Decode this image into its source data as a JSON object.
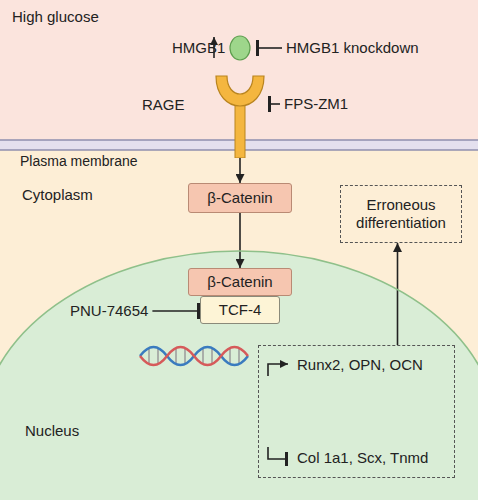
{
  "diagram": {
    "nodes": [
      {
        "text": [
          "High glucose"
        ]
      },
      {
        "text": [
          "HMGB1"
        ],
        "in": 0
      },
      {
        "text": [
          "HMGB1 knockdown"
        ],
        "in": 0
      },
      {
        "text": [
          "RAGE"
        ],
        "in": 0
      },
      {
        "text": [
          "FPS-ZM1"
        ],
        "in": 0
      },
      {
        "text": [
          "Cytoplasm"
        ]
      },
      {
        "text": [
          "β-Catenin"
        ],
        "in": 5
      },
      {
        "text": [
          "Erroneous differentiation"
        ],
        "in": 5
      },
      {
        "text": [
          "Nucleus"
        ],
        "in": 5
      },
      {
        "text": [
          "β-Catenin"
        ],
        "in": 8
      },
      {
        "text": [
          "TCF-4"
        ],
        "in": 8
      },
      {
        "text": [
          "PNU-74654"
        ],
        "in": 8
      },
      {
        "text": [
          "Runx2, OPN, OCN",
          "Col 1a1, Scx, Tnmd"
        ],
        "in": 8
      }
    ],
    "edges": [
      {
        "from": 2,
        "to": 1,
        "arrow": "to"
      },
      {
        "from": 4,
        "to": 3,
        "arrow": "to"
      },
      {
        "from": 3,
        "to": 6,
        "arrow": "to"
      },
      {
        "from": 6,
        "to": 9,
        "arrow": "to"
      },
      {
        "from": 11,
        "to": 10,
        "arrow": "to"
      },
      {
        "from": 12,
        "to": 7,
        "arrow": "to"
      }
    ],
    "labels": [
      "Plasma membrane"
    ]
  }
}
